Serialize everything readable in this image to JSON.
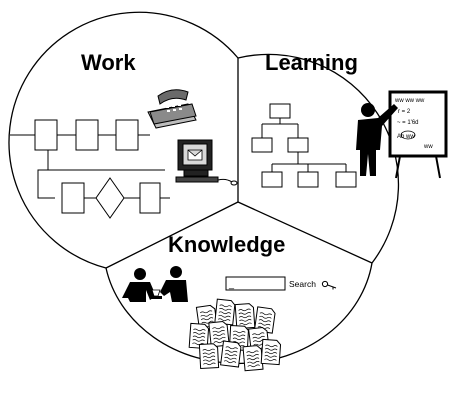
{
  "regions": {
    "work": {
      "title": "Work"
    },
    "learning": {
      "title": "Learning"
    },
    "knowledge": {
      "title": "Knowledge"
    }
  },
  "search": {
    "label": "Search",
    "value": "_"
  },
  "whiteboard": {
    "lines": [
      "ww  ww ww",
      "r = 2",
      "~ = 1'6d",
      "Ab  ww",
      "ww"
    ]
  },
  "icons": {
    "process_flow": "process-flowchart-icon",
    "telephone": "telephone-icon",
    "computer": "email-computer-icon",
    "org_chart": "org-chart-icon",
    "presenter": "presenter-whiteboard-icon",
    "meeting": "meeting-people-icon",
    "documents": "document-pile-icon",
    "search_key": "search-key-icon"
  },
  "colors": {
    "line": "#000000",
    "background": "#ffffff",
    "screen": "#d8d8d8"
  }
}
